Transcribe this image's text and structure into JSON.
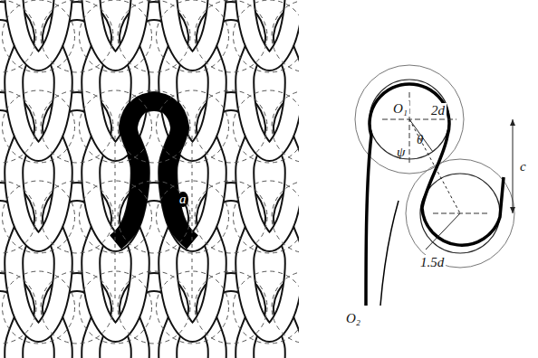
{
  "diagram": {
    "labels": [
      "a",
      "O₁",
      "2d",
      "θ",
      "ψ",
      "1.5d",
      "O₂",
      "c"
    ]
  }
}
